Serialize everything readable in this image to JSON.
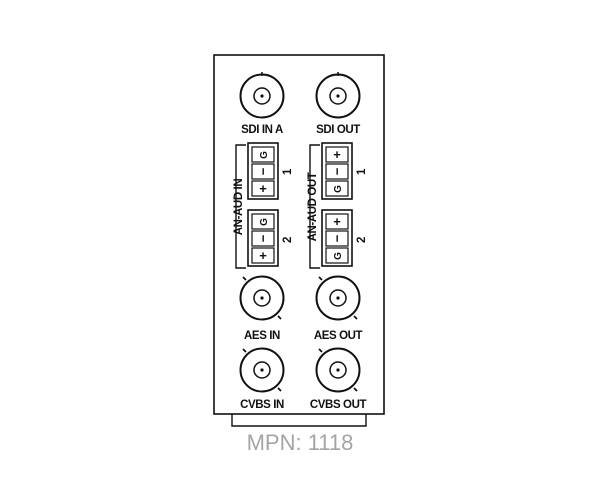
{
  "connectors": {
    "sdi_in": "SDI IN A",
    "sdi_out": "SDI OUT",
    "aes_in": "AES IN",
    "aes_out": "AES OUT",
    "cvbs_in": "CVBS IN",
    "cvbs_out": "CVBS OUT"
  },
  "analog_audio": {
    "in_label": "AN-AUD IN",
    "out_label": "AN-AUD OUT",
    "channel_1": "1",
    "channel_2": "2",
    "pin_plus": "+",
    "pin_minus": "−",
    "pin_ground": "G"
  },
  "part_number": "MPN: 1118",
  "colors": {
    "line": "#111111",
    "caption": "#a5a5a5"
  }
}
